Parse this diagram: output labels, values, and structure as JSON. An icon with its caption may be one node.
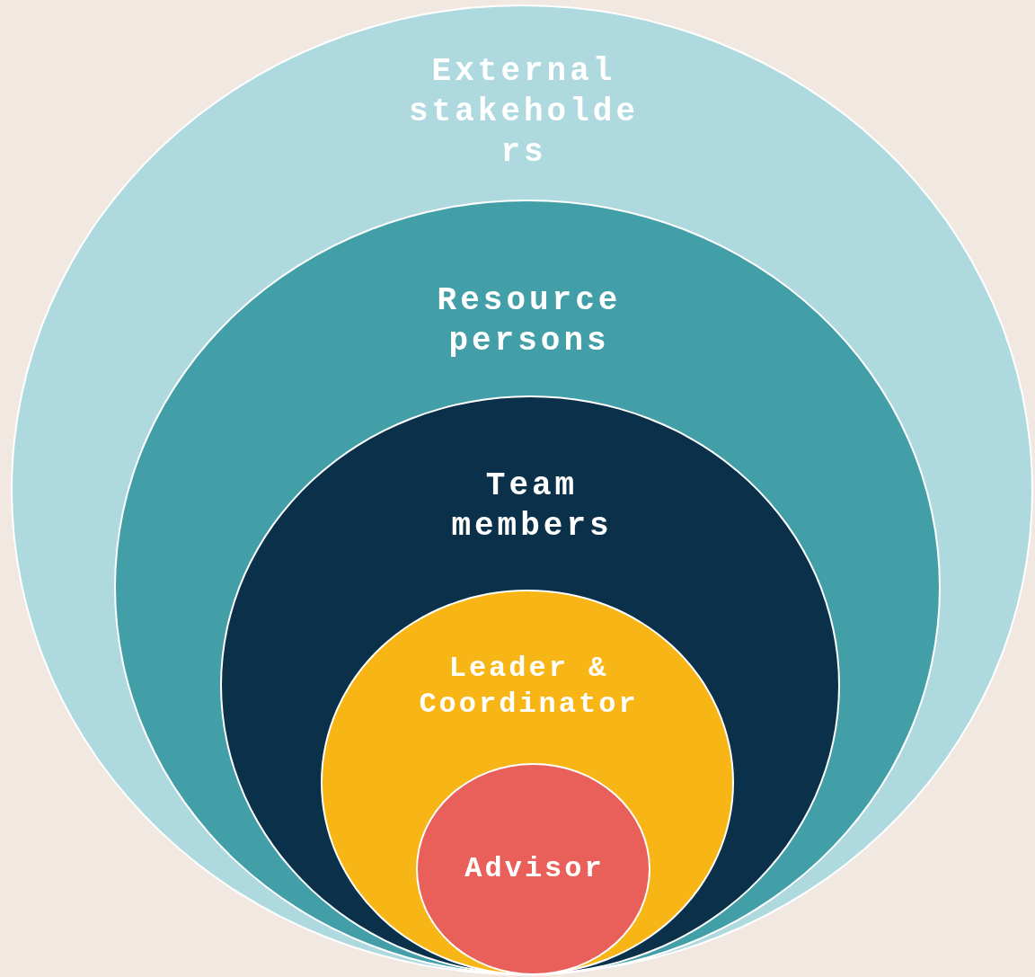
{
  "diagram": {
    "nodes": [
      {
        "text": [
          "External stakeholders"
        ]
      },
      {
        "text": [
          "Resource persons"
        ],
        "in": 0
      },
      {
        "text": [
          "Team members"
        ],
        "in": 1
      },
      {
        "text": [
          "Leader & Coordinator"
        ],
        "in": 2
      },
      {
        "text": [
          "Advisor"
        ],
        "in": 3
      }
    ]
  }
}
